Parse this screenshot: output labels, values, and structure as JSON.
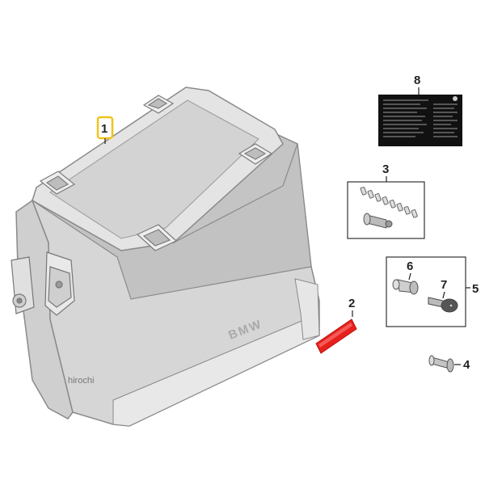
{
  "callouts": {
    "c1": "1",
    "c2": "2",
    "c3": "3",
    "c4": "4",
    "c5": "5",
    "c6": "6",
    "c7": "7",
    "c8": "8"
  },
  "case": {
    "brand_mark": "BMW"
  },
  "watermark": "hirochi",
  "colors": {
    "highlight": "#f0c419",
    "reflector": "#e8201c",
    "label": "#111111",
    "case_light": "#dcdcdc",
    "case_mid": "#c9c9c9",
    "case_dark": "#b3b3b3",
    "outline": "#8a8a8a"
  }
}
